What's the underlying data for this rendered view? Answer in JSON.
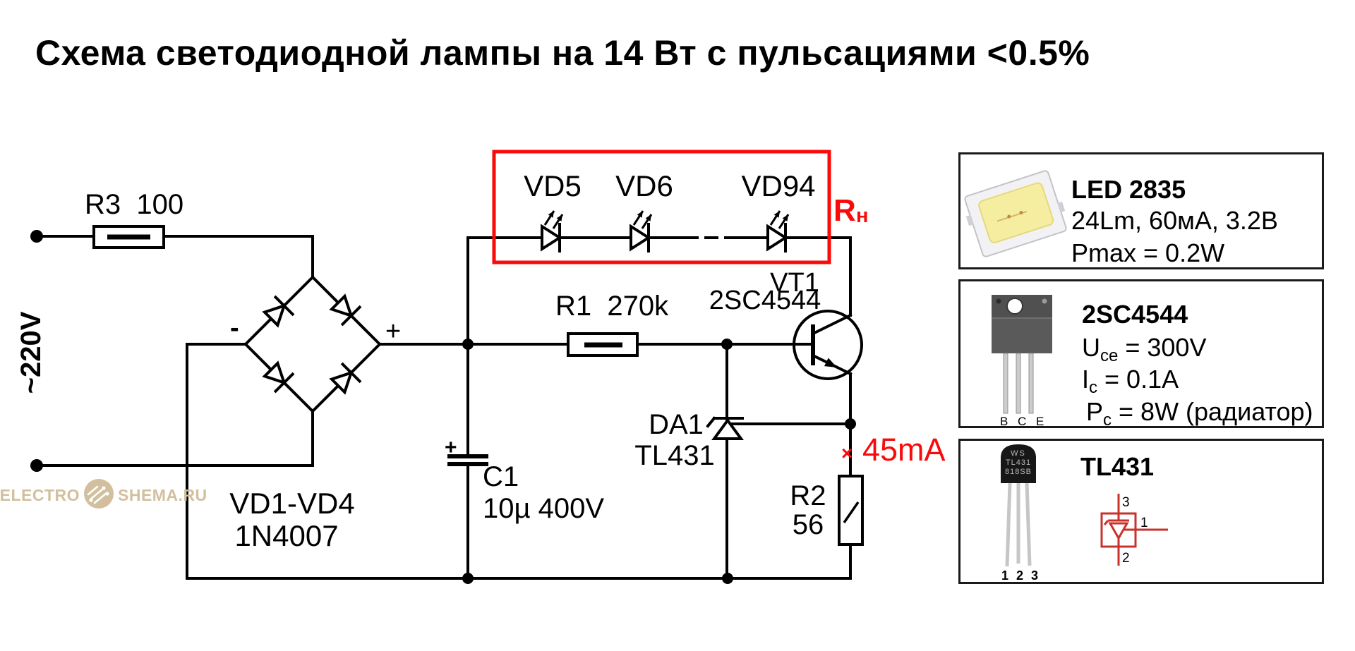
{
  "title": "Схема светодиодной лампы на 14 Вт с пульсациями <0.5%",
  "colors": {
    "accent_red": "#fa0a0a",
    "watermark_tan": "#d2bf9d",
    "line_black": "#000000"
  },
  "schematic": {
    "mains_label": "~220V",
    "r3_label": "R3  100",
    "minus_sign": "-",
    "plus_sign": "+",
    "bridge_name": "VD1-VD4",
    "bridge_part": "1N4007",
    "c1_plus": "+",
    "c1_name": "C1",
    "c1_value": "10µ 400V",
    "r1_label": "R1  270k",
    "led1_label": "VD5",
    "led2_label": "VD6",
    "led3_label": "VD94",
    "load_name": "R",
    "load_sub": "н",
    "vt1_name": "VT1",
    "vt1_part": "2SC4544",
    "da1_name": "DA1",
    "da1_part": "TL431",
    "r2_name": "R2",
    "r2_value": "56",
    "current_mark": "×",
    "current_value": "45mA"
  },
  "watermark": {
    "left": "ELECTRO",
    "right": "SHEMA.RU"
  },
  "info_boxes": [
    {
      "title": "LED 2835",
      "line1": "24Lm, 60мА, 3.2В",
      "line2": "Pmax = 0.2W"
    },
    {
      "title": "2SC4544",
      "u_pre": "U",
      "u_sub": "ce",
      "u_post": " = 300V",
      "i_pre": "I",
      "i_sub": "c",
      "i_post": " = 0.1A",
      "p_pre": "P",
      "p_sub": "c",
      "p_post": " = 8W (радиатор)",
      "pins": "B C E"
    },
    {
      "title": "TL431",
      "pkg_line1": "WS",
      "pkg_line2": "TL431",
      "pkg_line3": "818SB",
      "pins": "1 2 3",
      "pin3": "3",
      "pin1": "1",
      "pin2": "2"
    }
  ]
}
